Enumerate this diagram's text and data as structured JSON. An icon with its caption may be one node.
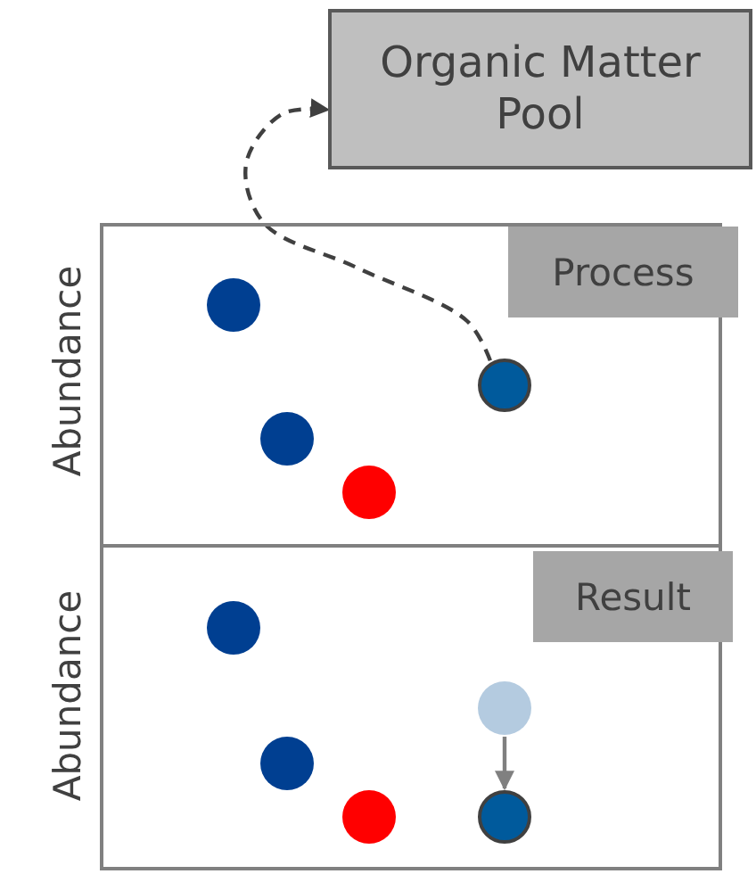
{
  "diagram": {
    "nodes": [
      {
        "text": [
          "Organic Matter Pool"
        ]
      },
      {
        "text": [
          "Process"
        ]
      },
      {
        "text": [],
        "shape": "circle",
        "in": 1
      },
      {
        "text": [],
        "shape": "circle",
        "in": 1
      },
      {
        "text": [],
        "shape": "circle",
        "in": 1
      },
      {
        "text": [],
        "shape": "circle",
        "in": 1
      },
      {
        "text": [
          "Result"
        ]
      },
      {
        "text": [],
        "shape": "circle",
        "in": 6
      },
      {
        "text": [],
        "shape": "circle",
        "in": 6
      },
      {
        "text": [],
        "shape": "circle",
        "in": 6
      },
      {
        "text": [],
        "shape": "circle",
        "in": 6
      },
      {
        "text": [],
        "shape": "circle",
        "in": 6
      }
    ],
    "edges": [
      {
        "from": 5,
        "to": 0,
        "arrow": "to",
        "style": "dashed",
        "color": "#404040"
      },
      {
        "from": 10,
        "to": 11,
        "arrow": "to",
        "color": "#808080"
      }
    ],
    "labels": [
      "Abundance",
      "Abundance"
    ]
  }
}
